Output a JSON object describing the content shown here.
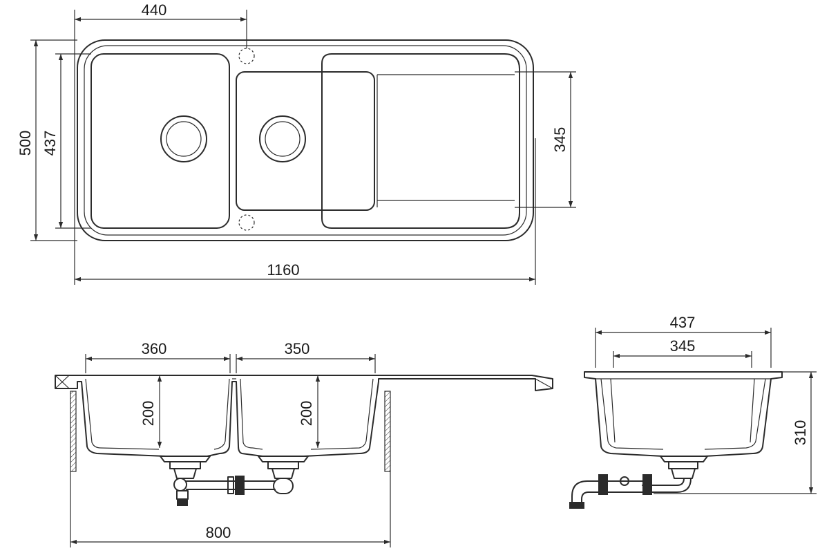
{
  "dimensions": {
    "top_view": {
      "bowl_offset": "440",
      "overall_depth": "500",
      "inner_depth": "437",
      "drainer_depth": "345",
      "overall_length": "1160"
    },
    "front_section": {
      "main_bowl_width": "360",
      "second_bowl_width": "350",
      "main_bowl_depth": "200",
      "second_bowl_depth": "200",
      "cabinet_width": "800"
    },
    "side_section": {
      "outer_width": "437",
      "inner_width": "345",
      "total_height": "310"
    }
  },
  "colors": {
    "line": "#2b2b2b",
    "background": "#ffffff"
  }
}
